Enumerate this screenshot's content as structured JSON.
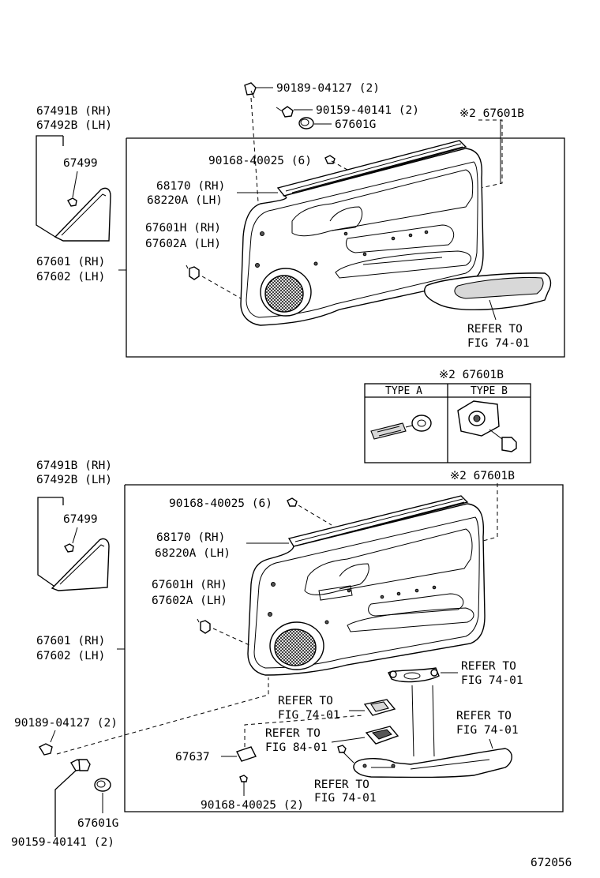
{
  "top": {
    "labels": {
      "screw_90189": "90189-04127 (2)",
      "screw_90159": "90159-40141 (2)",
      "cap_67601g": "67601G",
      "board_67601b": "※2 67601B",
      "clip_90168": "90168-40025 (6)",
      "weatherstrip_rh": "68170  (RH)",
      "weatherstrip_lh": "68220A (LH)",
      "clip_67601h_rh": "67601H (RH)",
      "clip_67602a_lh": "67602A (LH)",
      "panel_rh": "67601 (RH)",
      "panel_lh": "67602 (LH)",
      "cover_rh": "67491B (RH)",
      "cover_lh": "67492B (LH)",
      "cover_clip": "67499",
      "refer_1": "REFER TO",
      "refer_2": "FIG 74-01"
    }
  },
  "types": {
    "heading": "※2 67601B",
    "type_a": "TYPE A",
    "type_b": "TYPE B"
  },
  "bottom": {
    "labels": {
      "board_67601b": "※2 67601B",
      "cover_rh": "67491B (RH)",
      "cover_lh": "67492B (LH)",
      "cover_clip": "67499",
      "clip_90168": "90168-40025 (6)",
      "weatherstrip_rh": "68170  (RH)",
      "weatherstrip_lh": "68220A (LH)",
      "clip_67601h_rh": "67601H (RH)",
      "clip_67602a_lh": "67602A (LH)",
      "panel_rh": "67601 (RH)",
      "panel_lh": "67602 (LH)",
      "refer_a1": "REFER TO",
      "refer_a2": "FIG 74-01",
      "refer_b1": "REFER TO",
      "refer_b2": "FIG 74-01",
      "refer_c1": "REFER TO",
      "refer_c2": "FIG 84-01",
      "refer_d1": "REFER TO",
      "refer_d2": "FIG 74-01",
      "refer_e1": "REFER TO",
      "refer_e2": "FIG 74-01",
      "screw_90189": "90189-04127 (2)",
      "bracket_67637": "67637",
      "clip_90168_b": "90168-40025 (2)",
      "cap_67601g": "67601G",
      "screw_90159": "90159-40141 (2)"
    }
  },
  "figure_number": "672056"
}
